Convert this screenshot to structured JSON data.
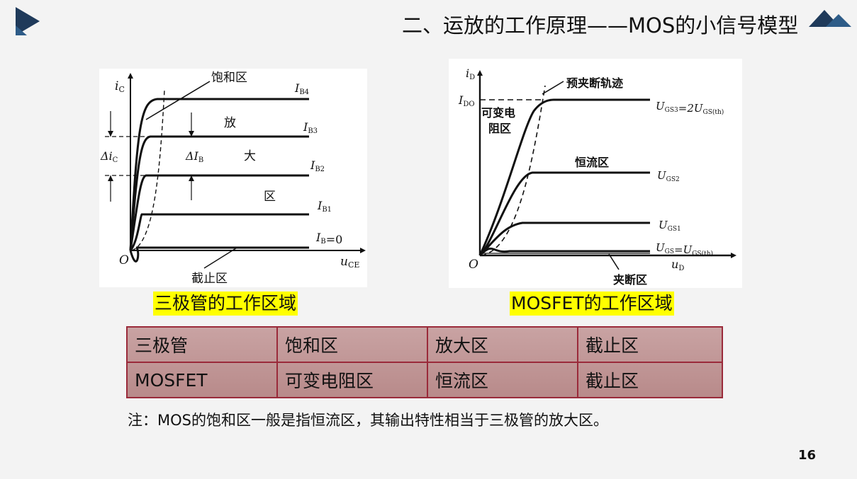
{
  "slide": {
    "title": "二、运放的工作原理——MOS的小信号模型",
    "page_number": "16",
    "note": "注：MOS的饱和区一般是指恒流区，其输出特性相当于三极管的放大区。"
  },
  "bjt_figure": {
    "caption": "三极管的工作区域",
    "y_axis": "i",
    "y_axis_sub": "C",
    "x_axis": "u",
    "x_axis_sub": "CE",
    "origin": "O",
    "saturation_label": "饱和区",
    "amplify_chars": [
      "放",
      "大",
      "区"
    ],
    "cutoff_label": "截止区",
    "delta_ic": "Δi",
    "delta_ic_sub": "C",
    "delta_ib": "ΔI",
    "delta_ib_sub": "B",
    "curves": [
      {
        "label": "I",
        "sub": "B4",
        "suffix": ""
      },
      {
        "label": "I",
        "sub": "B3",
        "suffix": ""
      },
      {
        "label": "I",
        "sub": "B2",
        "suffix": ""
      },
      {
        "label": "I",
        "sub": "B1",
        "suffix": ""
      },
      {
        "label": "I",
        "sub": "B",
        "suffix": "=0"
      }
    ]
  },
  "mos_figure": {
    "caption": "MOSFET的工作区域",
    "y_axis": "i",
    "y_axis_sub": "D",
    "x_axis": "u",
    "x_axis_sub": "D",
    "origin": "O",
    "ido": "I",
    "ido_sub": "DO",
    "pinchoff_trace_label": "预夹断轨迹",
    "variable_resistor_line1": "可变电",
    "variable_resistor_line2": "阻区",
    "constant_current_label": "恒流区",
    "pinchoff_label": "夹断区",
    "curves": [
      {
        "parts": [
          [
            "U",
            ""
          ],
          [
            "GS3",
            "sub"
          ],
          [
            "=2U",
            ""
          ],
          [
            "GS(th)",
            "sub"
          ]
        ]
      },
      {
        "parts": [
          [
            "U",
            ""
          ],
          [
            "GS2",
            "sub"
          ]
        ]
      },
      {
        "parts": [
          [
            "U",
            ""
          ],
          [
            "GS1",
            "sub"
          ]
        ]
      },
      {
        "parts": [
          [
            "U",
            ""
          ],
          [
            "GS",
            "sub"
          ],
          [
            "=U",
            ""
          ],
          [
            "GS(th)",
            "sub"
          ]
        ]
      }
    ]
  },
  "comparison_table": {
    "rows": [
      [
        "三极管",
        "饱和区",
        "放大区",
        "截止区"
      ],
      [
        "MOSFET",
        "可变电阻区",
        "恒流区",
        "截止区"
      ]
    ]
  },
  "colors": {
    "table_fill": "#c09393",
    "table_border": "#9a2a3a",
    "caption_highlight": "#ffff00",
    "accent_navy": "#1f3a5a"
  }
}
